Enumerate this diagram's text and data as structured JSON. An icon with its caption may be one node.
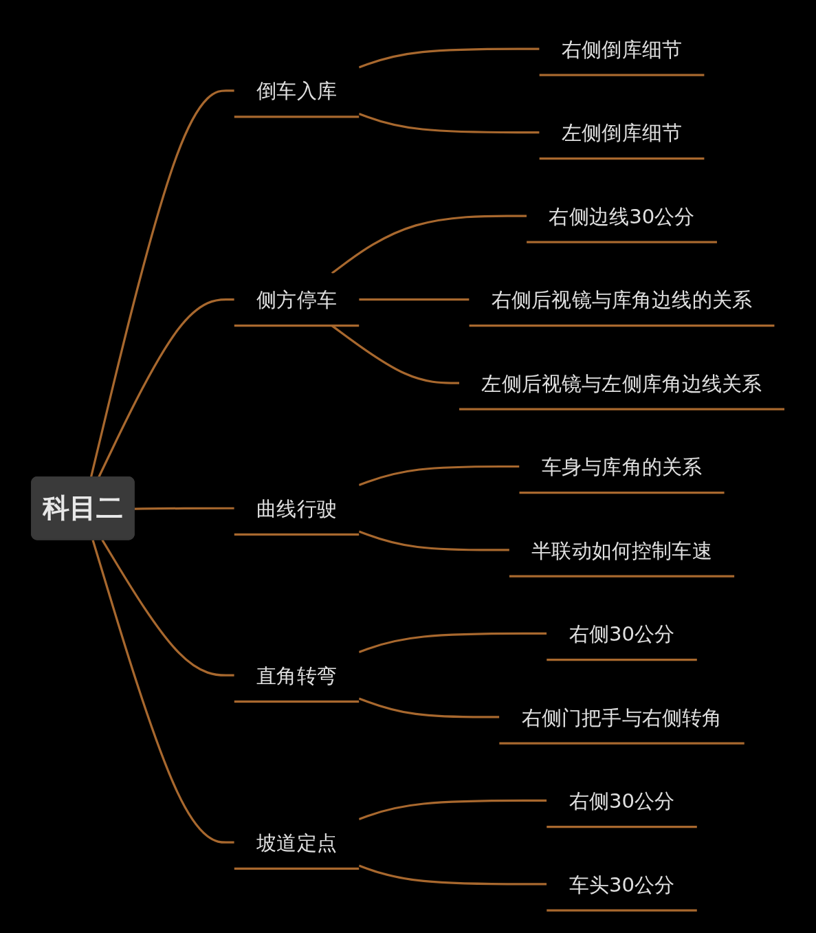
{
  "diagram": {
    "nodes": [
      {
        "text": [
          "科目二"
        ]
      },
      {
        "text": [
          "倒车入库"
        ]
      },
      {
        "text": [
          "右侧倒库细节"
        ]
      },
      {
        "text": [
          "左侧倒库细节"
        ]
      },
      {
        "text": [
          "侧方停车"
        ]
      },
      {
        "text": [
          "右侧边线30公分"
        ]
      },
      {
        "text": [
          "右侧后视镜与库角边线的关系"
        ]
      },
      {
        "text": [
          "左侧后视镜与左侧库角边线关系"
        ]
      },
      {
        "text": [
          "曲线行驶"
        ]
      },
      {
        "text": [
          "车身与库角的关系"
        ]
      },
      {
        "text": [
          "半联动如何控制车速"
        ]
      },
      {
        "text": [
          "直角转弯"
        ]
      },
      {
        "text": [
          "右侧30公分"
        ]
      },
      {
        "text": [
          "右侧门把手与右侧转角"
        ]
      },
      {
        "text": [
          "坡道定点"
        ]
      },
      {
        "text": [
          "右侧30公分"
        ]
      },
      {
        "text": [
          "车头30公分"
        ]
      }
    ],
    "edges": [
      {
        "from": 0,
        "to": 1,
        "arrow": "none"
      },
      {
        "from": 0,
        "to": 4,
        "arrow": "none"
      },
      {
        "from": 0,
        "to": 8,
        "arrow": "none"
      },
      {
        "from": 0,
        "to": 11,
        "arrow": "none"
      },
      {
        "from": 0,
        "to": 14,
        "arrow": "none"
      },
      {
        "from": 1,
        "to": 2,
        "arrow": "none"
      },
      {
        "from": 1,
        "to": 3,
        "arrow": "none"
      },
      {
        "from": 4,
        "to": 5,
        "arrow": "none"
      },
      {
        "from": 4,
        "to": 6,
        "arrow": "none"
      },
      {
        "from": 4,
        "to": 7,
        "arrow": "none"
      },
      {
        "from": 8,
        "to": 9,
        "arrow": "none"
      },
      {
        "from": 8,
        "to": 10,
        "arrow": "none"
      },
      {
        "from": 11,
        "to": 12,
        "arrow": "none"
      },
      {
        "from": 11,
        "to": 13,
        "arrow": "none"
      },
      {
        "from": 14,
        "to": 15,
        "arrow": "none"
      },
      {
        "from": 14,
        "to": 16,
        "arrow": "none"
      }
    ]
  }
}
